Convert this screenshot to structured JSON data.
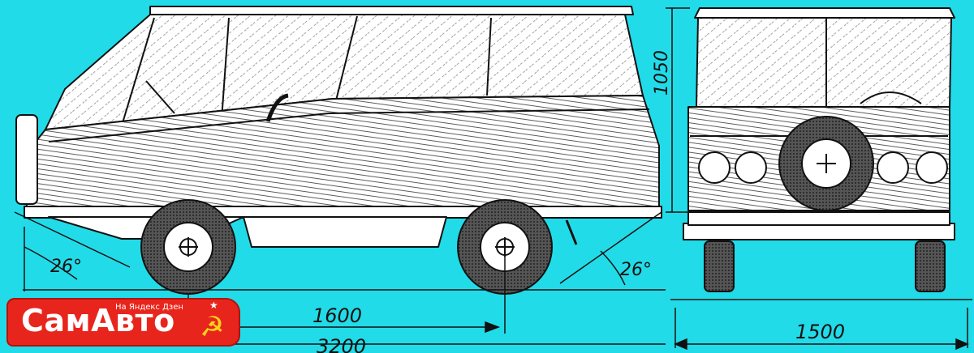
{
  "dimensions": {
    "height": "1050",
    "half_length": "1600",
    "length": "3200",
    "width": "1500",
    "angle_front": "26°",
    "angle_rear": "26°"
  },
  "logo": {
    "title": "СамАвто",
    "subtitle": "На Яндекс Дзен",
    "star": "★",
    "emblem": "☭"
  },
  "colors": {
    "background": "#22dbe8",
    "logo_red": "#e8251c",
    "logo_yellow": "#ffd21a"
  },
  "icons": [
    "star-icon",
    "hammer-sickle-icon"
  ]
}
